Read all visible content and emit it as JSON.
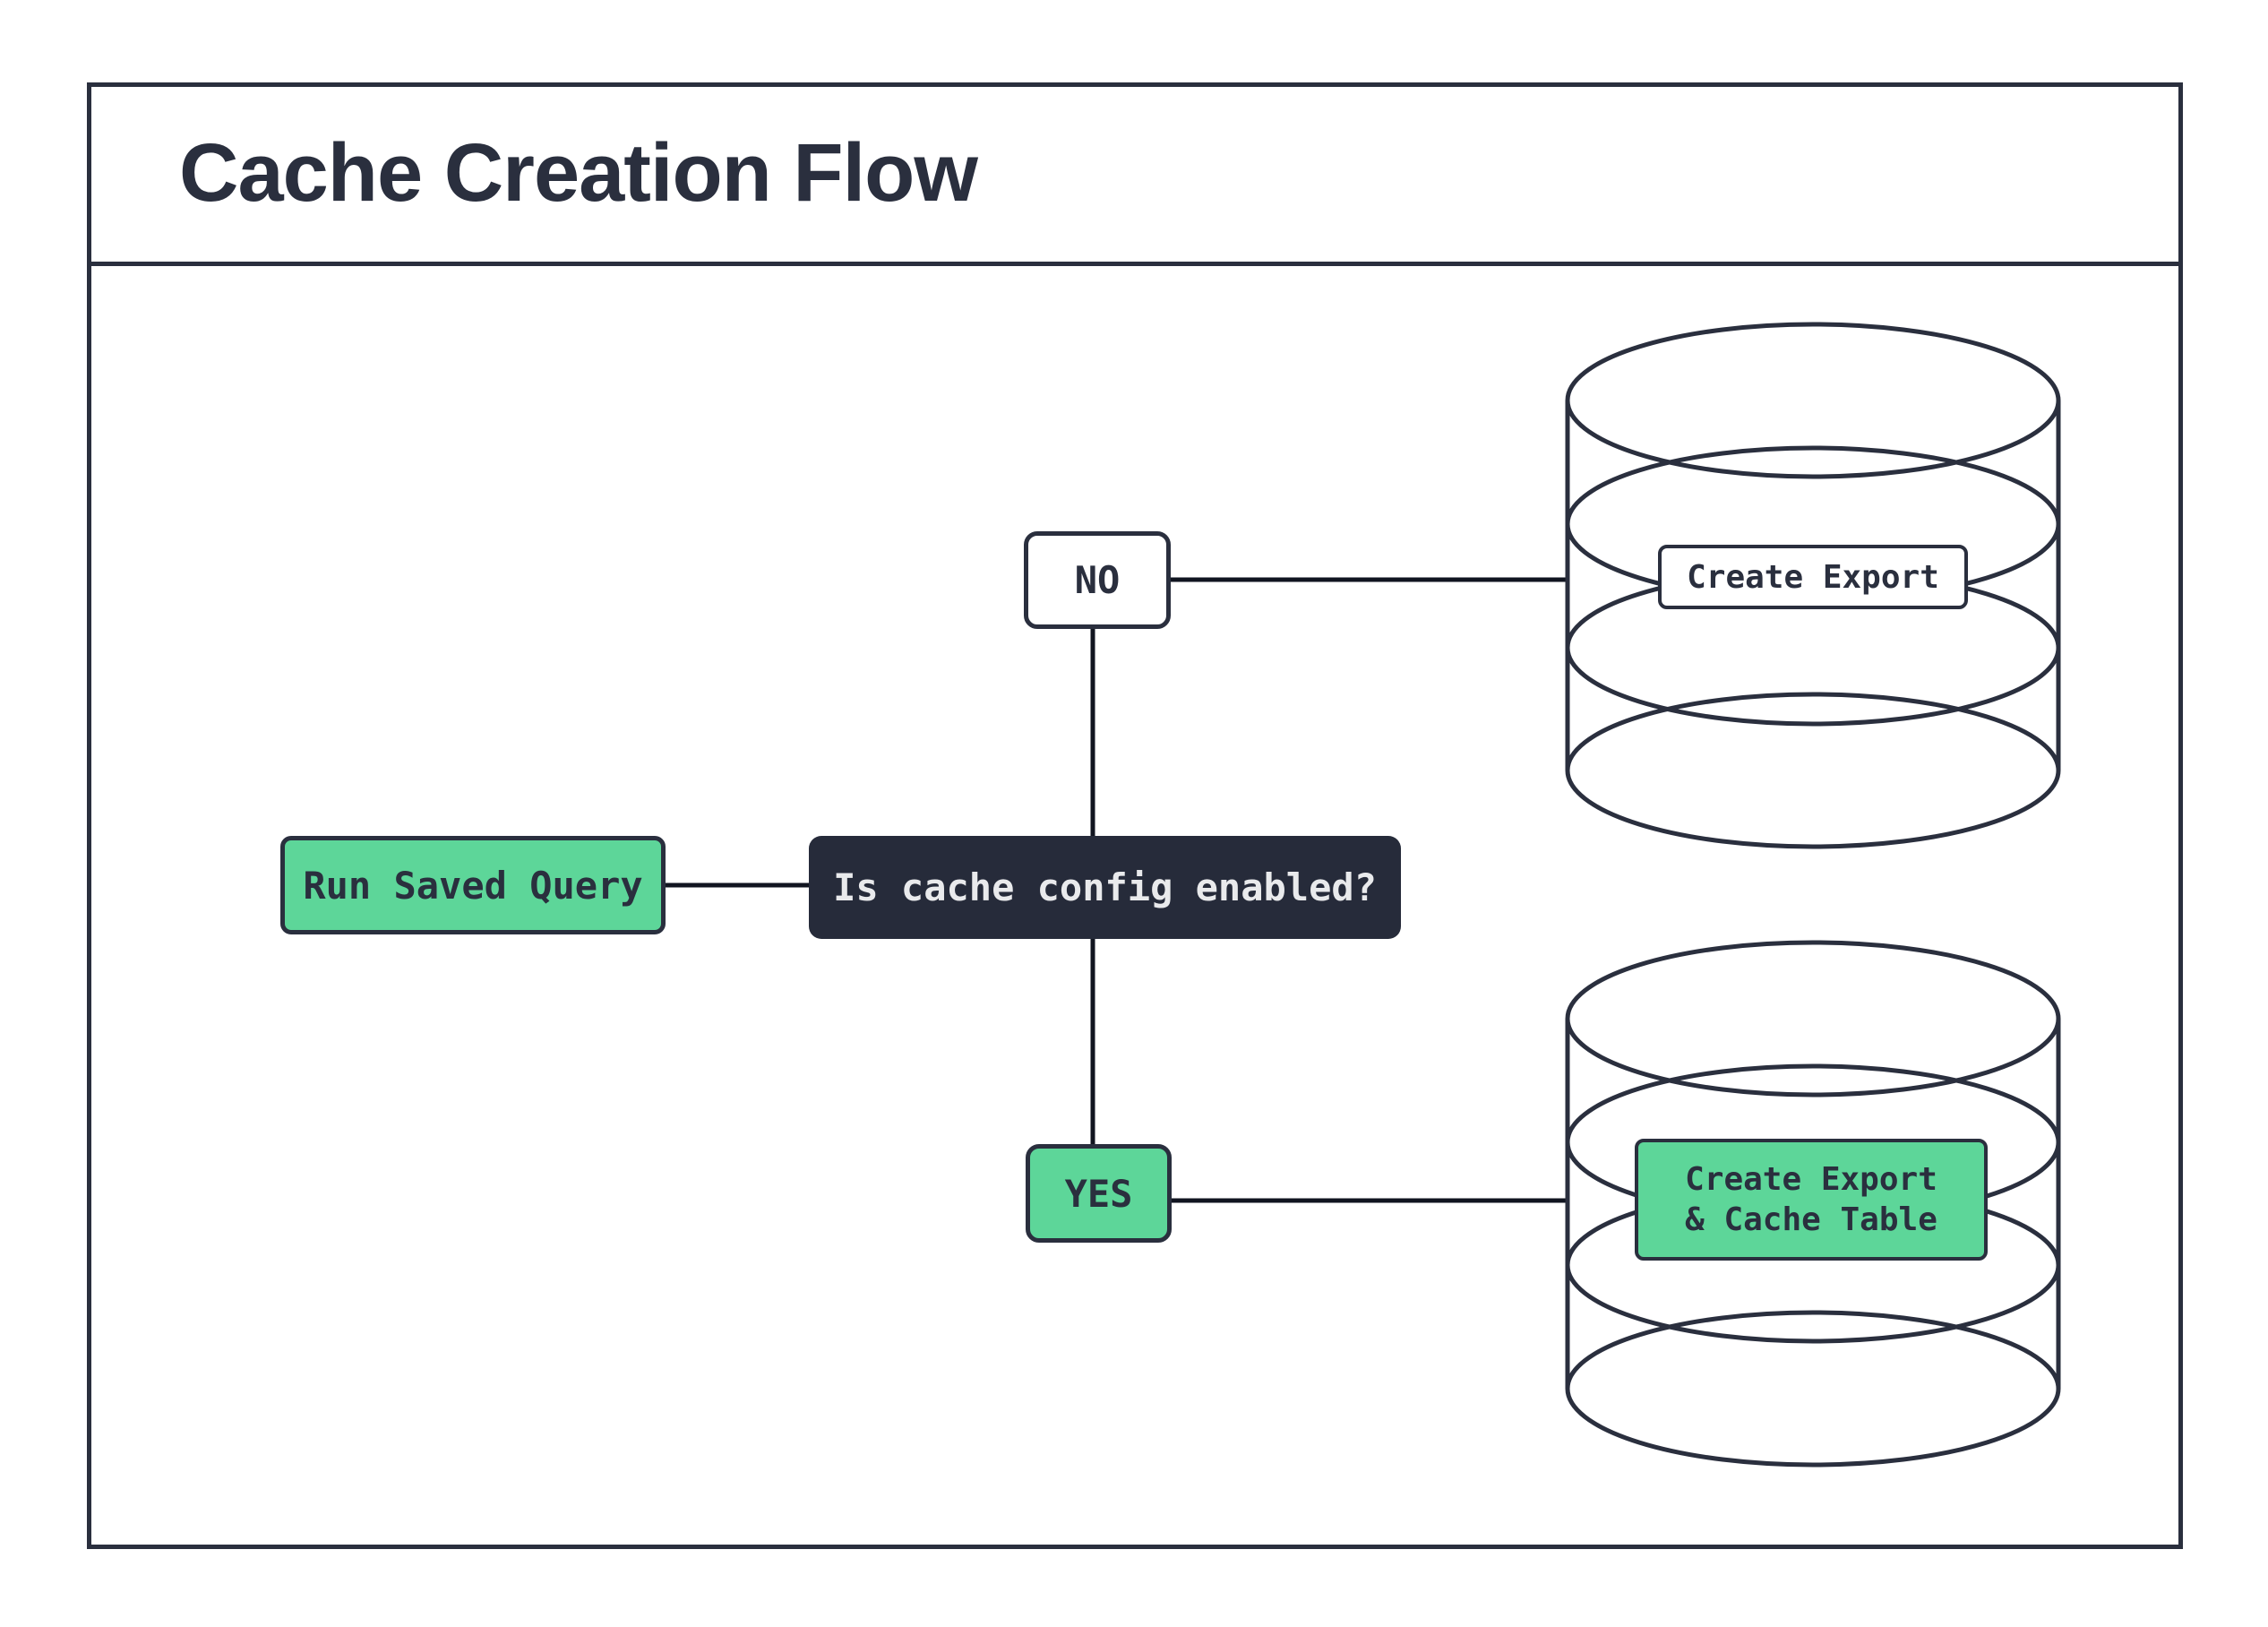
{
  "header": {
    "title": "Cache Creation Flow"
  },
  "colors": {
    "accent_green": "#5dd699",
    "navy_ink": "#2a2f3e",
    "decision_fill": "#262b3a",
    "connector": "#111520",
    "light_text": "#e9eaec",
    "background": "#ffffff"
  },
  "nodes": {
    "run_saved_query": {
      "label": "Run Saved Query",
      "type": "process"
    },
    "question": {
      "label": "Is cache config enabled?",
      "type": "decision"
    },
    "no": {
      "label": "NO",
      "type": "branch"
    },
    "yes": {
      "label": "YES",
      "type": "branch"
    },
    "create_export": {
      "label": "Create Export",
      "type": "action"
    },
    "create_export_cache": {
      "label_line1": "Create Export",
      "label_line2": "& Cache Table",
      "type": "action"
    }
  },
  "edges": [
    {
      "from": "run_saved_query",
      "to": "question"
    },
    {
      "from": "question",
      "to": "no"
    },
    {
      "from": "no",
      "to": "create_export"
    },
    {
      "from": "question",
      "to": "yes"
    },
    {
      "from": "yes",
      "to": "create_export_cache"
    }
  ],
  "icons": {
    "top_right": "database-cylinder",
    "bottom_right": "database-cylinder"
  }
}
